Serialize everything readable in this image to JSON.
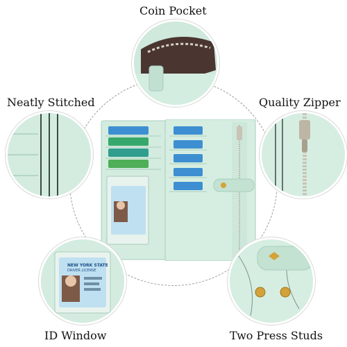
{
  "labels": {
    "coin_pocket": "Coin Pocket",
    "neatly_stitched": "Neatly Stitched",
    "quality_zipper": "Quality Zipper",
    "id_window": "ID Window",
    "two_press_studs": "Two Press Studs"
  },
  "id_card": {
    "state": "NEW YORK STATE",
    "license": "DRIVER LICENSE"
  },
  "colors": {
    "wallet_mint": "#cfe9dc",
    "wallet_edge": "#a9cdbd",
    "card_blue": "#3d8fd1",
    "card_green": "#37a86b",
    "stud_gold": "#d4a23a",
    "ring_dash": "#9a9a9a"
  }
}
